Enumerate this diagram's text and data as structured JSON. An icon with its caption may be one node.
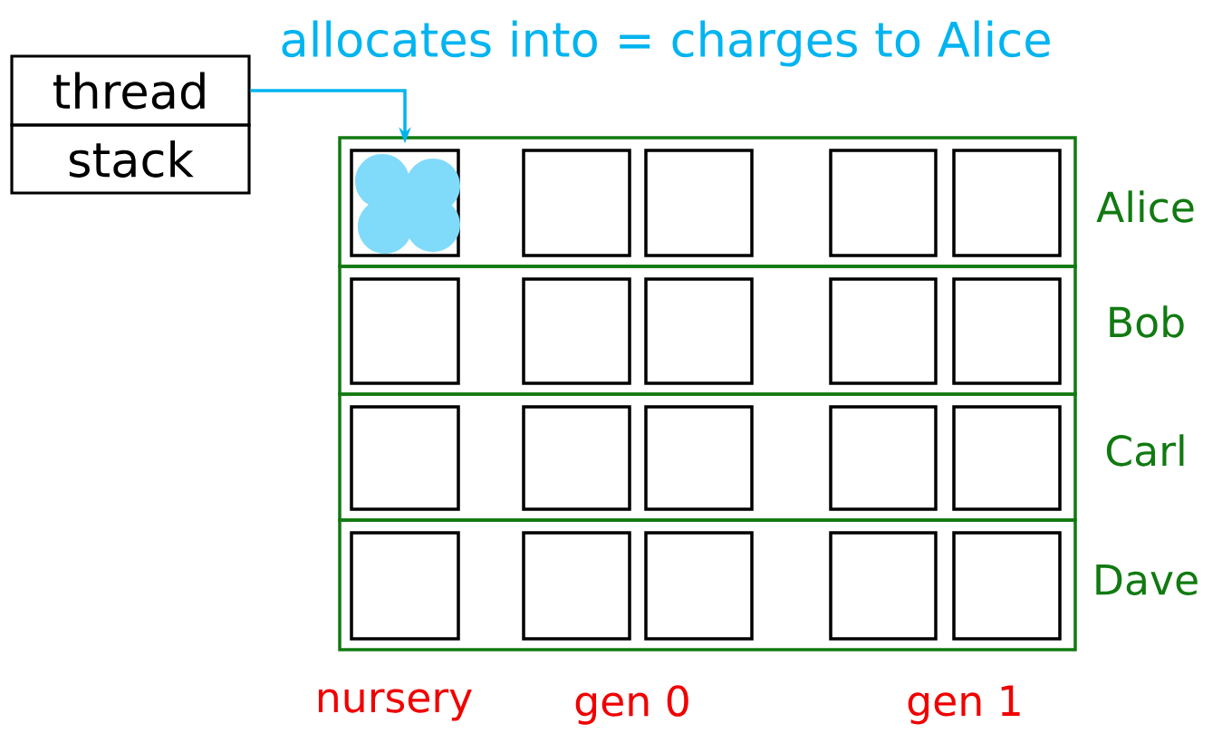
{
  "diagram": {
    "nodes": [
      {
        "text": [
          "thread"
        ]
      },
      {
        "text": [
          "stack"
        ]
      },
      {
        "text": [
          "Alice"
        ]
      },
      {
        "text": [
          "Bob"
        ]
      },
      {
        "text": [
          "Carl"
        ]
      },
      {
        "text": [
          "Dave"
        ]
      },
      {
        "text": [],
        "shape": "box",
        "in": 2
      },
      {
        "text": [],
        "shape": "box",
        "in": 2
      },
      {
        "text": [],
        "shape": "box",
        "in": 2
      },
      {
        "text": [],
        "shape": "box",
        "in": 2
      },
      {
        "text": [],
        "shape": "box",
        "in": 2
      },
      {
        "text": [],
        "shape": "box",
        "in": 3
      },
      {
        "text": [],
        "shape": "box",
        "in": 3
      },
      {
        "text": [],
        "shape": "box",
        "in": 3
      },
      {
        "text": [],
        "shape": "box",
        "in": 3
      },
      {
        "text": [],
        "shape": "box",
        "in": 3
      },
      {
        "text": [],
        "shape": "box",
        "in": 4
      },
      {
        "text": [],
        "shape": "box",
        "in": 4
      },
      {
        "text": [],
        "shape": "box",
        "in": 4
      },
      {
        "text": [],
        "shape": "box",
        "in": 4
      },
      {
        "text": [],
        "shape": "box",
        "in": 4
      },
      {
        "text": [],
        "shape": "box",
        "in": 5
      },
      {
        "text": [],
        "shape": "box",
        "in": 5
      },
      {
        "text": [],
        "shape": "box",
        "in": 5
      },
      {
        "text": [],
        "shape": "box",
        "in": 5
      },
      {
        "text": [],
        "shape": "box",
        "in": 5
      }
    ],
    "edges": [
      {
        "from": 0,
        "to": 6,
        "arrow": "to",
        "label": "allocates into = charges to Alice"
      }
    ],
    "labels": [
      "nursery",
      "gen 0",
      "gen 1"
    ]
  }
}
